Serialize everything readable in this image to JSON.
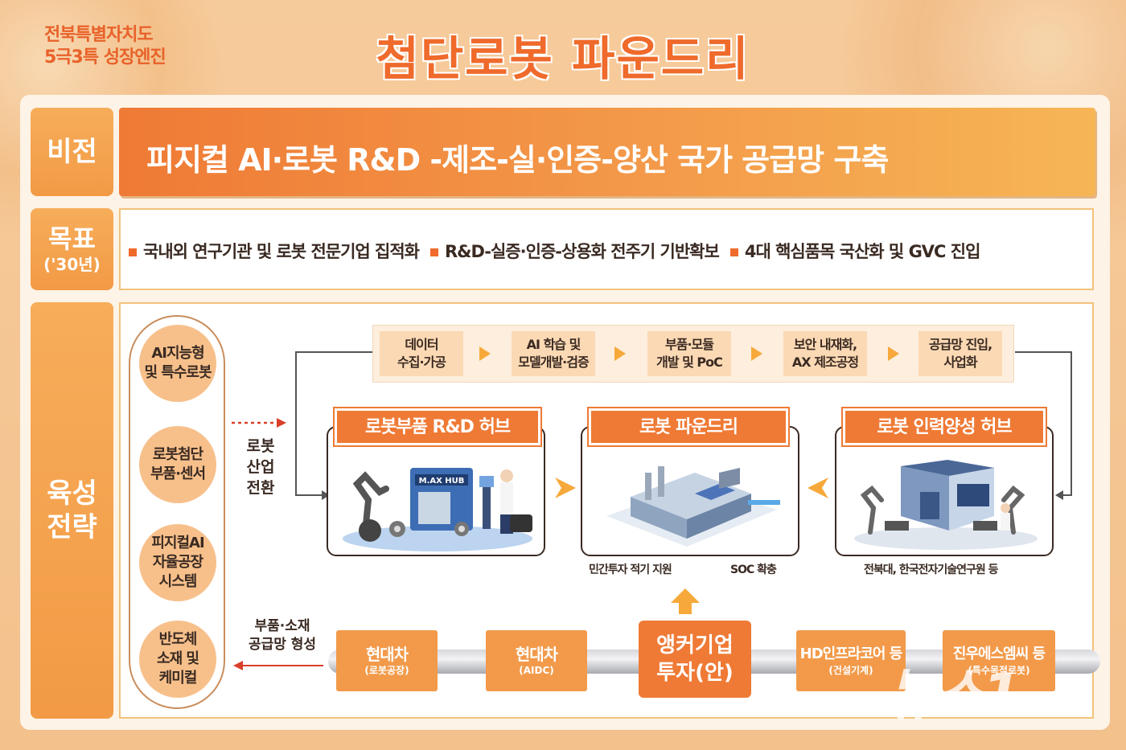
{
  "header": {
    "sub1": "전북특별자치도",
    "sub2": "5극3특 성장엔진",
    "title": "첨단로봇 파운드리"
  },
  "vision": {
    "label": "비전",
    "text": "피지컬 AI·로봇 R&D -제조-실·인증-양산 국가 공급망 구축"
  },
  "goal": {
    "label": "목표",
    "year": "('30년)",
    "items": [
      "국내외 연구기관 및 로봇 전문기업 집적화",
      "R&D-실증·인증-상용화 전주기 기반확보",
      "4대 핵심품목 국산화 및 GVC 진입"
    ]
  },
  "strategy": {
    "label1": "육성",
    "label2": "전략",
    "fields": [
      "AI지능형\n및 특수로봇",
      "로봇첨단\n부품·센서",
      "피지컬AI\n자율공장\n시스템",
      "반도체\n소재 및\n케미컬"
    ],
    "transition": "로봇\n산업\n전환",
    "supply": "부품·소재\n공급망 형성",
    "steps": [
      "데이터\n수집·가공",
      "AI 학습 및\n모델개발·검증",
      "부품·모듈\n개발 및 PoC",
      "보안 내재화,\nAX 제조공정",
      "공급망 진입,\n사업화"
    ],
    "hubs": [
      "로봇부품 R&D 허브",
      "로봇 파운드리",
      "로봇 인력양성 허브"
    ],
    "hub_sign": "M.AX HUB",
    "captions": [
      "민간투자 적기 지원",
      "SOC 확충",
      "전북대, 한국전자기술연구원 등"
    ],
    "anchor": "앵커기업\n투자(안)",
    "investors": [
      {
        "name": "현대차",
        "note": "(로봇공장)"
      },
      {
        "name": "현대차",
        "note": "(AIDC)"
      },
      {
        "name": "HD인프라코어 등",
        "note": "(건설기계)"
      },
      {
        "name": "진우에스엠씨 등",
        "note": "(특수목적로봇)"
      }
    ]
  },
  "watermark": "뉴스1"
}
